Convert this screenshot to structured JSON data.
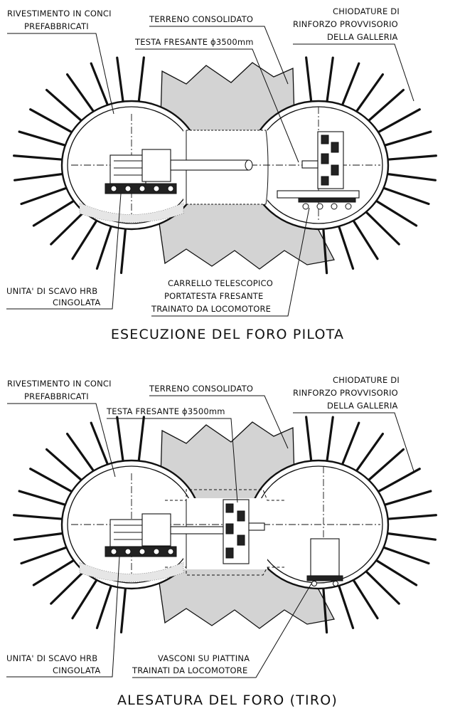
{
  "panels": [
    {
      "title": "ESECUZIONE DEL FORO PILOTA",
      "labels": {
        "lining": [
          "RIVESTIMENTO IN CONCI",
          "PREFABBRICATI"
        ],
        "ground": "TERRENO CONSOLIDATO",
        "head": "TESTA FRESANTE ϕ3500mm",
        "bolts": [
          "CHIODATURE DI",
          "RINFORZO PROVVISORIO",
          "DELLA GALLERIA"
        ],
        "unit": [
          "UNITA' DI SCAVO HRB",
          "CINGOLATA"
        ],
        "cart": [
          "CARRELLO TELESCOPICO",
          "PORTATESTA FRESANTE",
          "TRAINATO DA LOCOMOTORE"
        ]
      }
    },
    {
      "title": "ALESATURA DEL FORO (TIRO)",
      "labels": {
        "lining": [
          "RIVESTIMENTO IN CONCI",
          "PREFABBRICATI"
        ],
        "ground": "TERRENO CONSOLIDATO",
        "head": "TESTA FRESANTE ϕ3500mm",
        "bolts": [
          "CHIODATURE DI",
          "RINFORZO PROVVISORIO",
          "DELLA GALLERIA"
        ],
        "unit": [
          "UNITA' DI SCAVO HRB",
          "CINGOLATA"
        ],
        "cart": [
          "VASCONI SU PIATTINA",
          "TRAINATI DA LOCOMOTORE"
        ]
      }
    }
  ]
}
